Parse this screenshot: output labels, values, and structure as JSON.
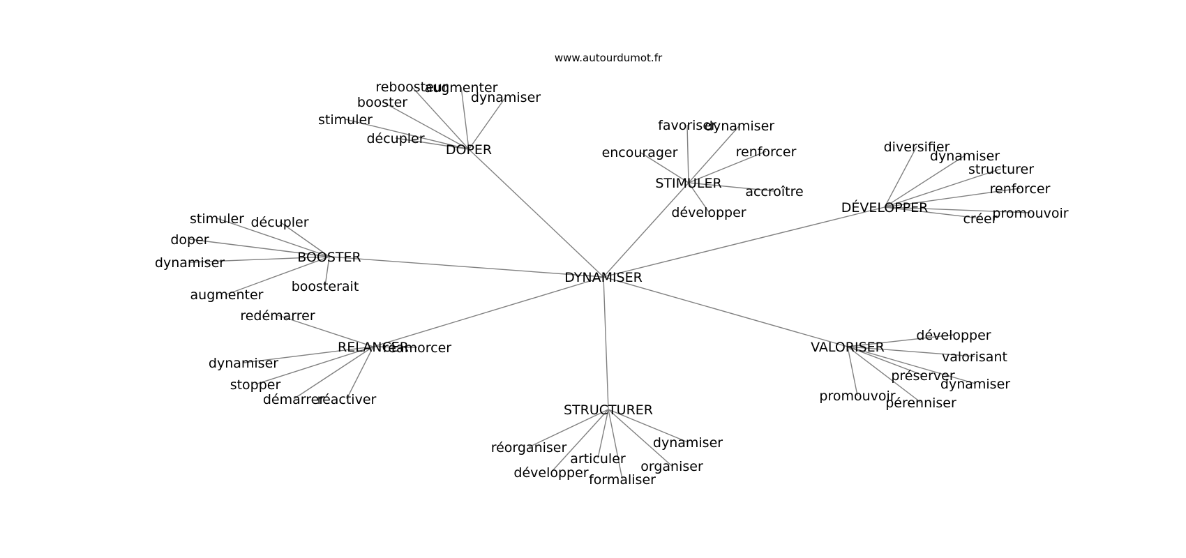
{
  "source": "www.autourdumot.fr",
  "center": "DYNAMISER",
  "groups": [
    {
      "label": "DOPER",
      "words": [
        "reboosteur",
        "augmenter",
        "dynamiser",
        "booster",
        "stimuler",
        "décupler"
      ]
    },
    {
      "label": "STIMULER",
      "words": [
        "favoriser",
        "dynamiser",
        "encourager",
        "renforcer",
        "accroître",
        "développer"
      ]
    },
    {
      "label": "DÉVELOPPER",
      "words": [
        "diversifier",
        "dynamiser",
        "structurer",
        "renforcer",
        "promouvoir",
        "créer"
      ]
    },
    {
      "label": "BOOSTER",
      "words": [
        "stimuler",
        "décupler",
        "doper",
        "dynamiser",
        "augmenter",
        "boosterait"
      ]
    },
    {
      "label": "RELANCER",
      "words": [
        "redémarrer",
        "réamorcer",
        "dynamiser",
        "stopper",
        "démarrer",
        "réactiver"
      ]
    },
    {
      "label": "VALORISER",
      "words": [
        "développer",
        "valorisant",
        "préserver",
        "dynamiser",
        "promouvoir",
        "pérenniser"
      ]
    },
    {
      "label": "STRUCTURER",
      "words": [
        "dynamiser",
        "réorganiser",
        "articuler",
        "organiser",
        "développer",
        "formaliser"
      ]
    }
  ]
}
